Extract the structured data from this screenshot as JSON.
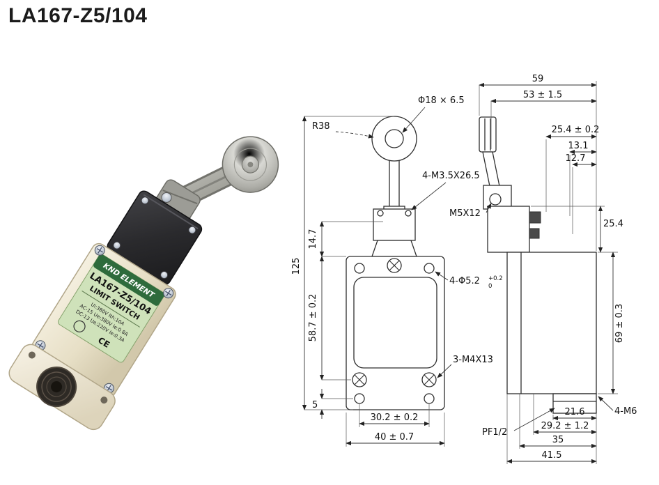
{
  "page": {
    "title": "LA167-Z5/104"
  },
  "photo": {
    "label": {
      "brand": "KND ELEMENT",
      "model": "LA167-Z5/104",
      "type": "LIMIT SWITCH",
      "rating1": "Ui:380V  Ith:10A",
      "rating2": "AC-15 Ue:380V Ie:0.8A",
      "rating3": "DC-13 Ue:220V Ie:0.3A",
      "ce": "CE"
    }
  },
  "front": {
    "dim_total_height": "125",
    "dim_roller": "Φ18 × 6.5",
    "dim_radius": "R38",
    "dim_head_screws": "4-M3.5X26.5",
    "dim_m5": "M5X12",
    "dim_head_height": "14.7",
    "dim_body_height": "58.7 ± 0.2",
    "dim_hole_main": "4-Φ5.2",
    "dim_hole_sup": "+0.2",
    "dim_hole_sub": "0",
    "dim_bottom_screws": "3-M4X13",
    "dim_bottom_offset": "5",
    "dim_hole_spacing": "30.2 ± 0.2",
    "dim_body_width": "40 ± 0.7"
  },
  "side": {
    "dim_depth_total": "59",
    "dim_depth_upper": "53 ± 1.5",
    "dim_head_depth": "25.4 ± 0.2",
    "dim_plunger1": "13.1",
    "dim_plunger2": "12.7",
    "dim_head_height": "25.4",
    "dim_body_height": "69 ± 0.3",
    "dim_conduit1": "21.6",
    "dim_conduit2": "29.2 ± 1.2",
    "dim_conduit3": "35",
    "dim_base_depth": "41.5",
    "dim_mount": "4-M6",
    "dim_thread": "PF1/2"
  }
}
